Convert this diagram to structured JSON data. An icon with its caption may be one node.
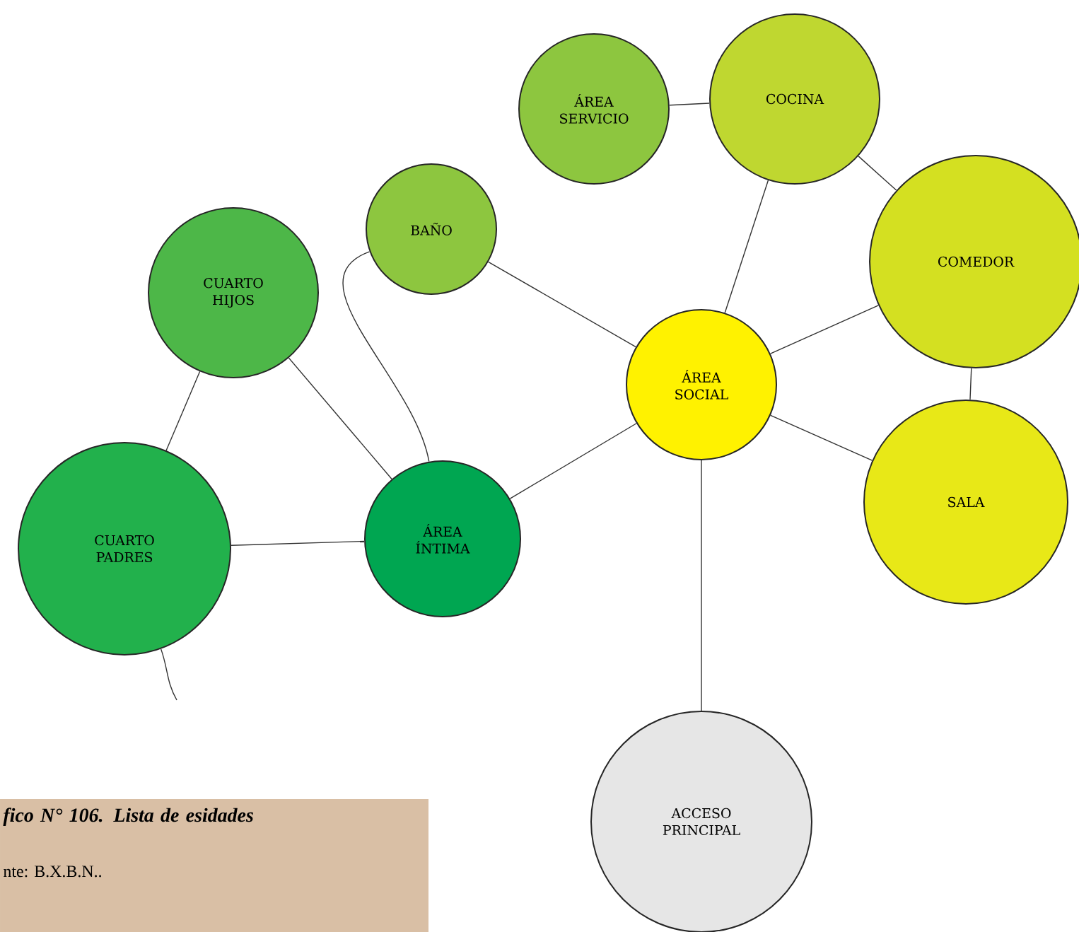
{
  "diagram": {
    "caption": "fico N° 106. Lista de esidades",
    "nodes": [
      {
        "text": [
          "ÁREA SERVICIO"
        ]
      },
      {
        "text": [
          "COCINA"
        ]
      },
      {
        "text": [
          "BAÑO"
        ]
      },
      {
        "text": [
          "CUARTO HIJOS"
        ]
      },
      {
        "text": [
          "COMEDOR"
        ]
      },
      {
        "text": [
          "ÁREA SOCIAL"
        ]
      },
      {
        "text": [
          "CUARTO PADRES"
        ]
      },
      {
        "text": [
          "ÁREA ÍNTIMA"
        ]
      },
      {
        "text": [
          "SALA"
        ]
      },
      {
        "text": [
          "ACCESO PRINCIPAL"
        ]
      }
    ],
    "edges": [
      {
        "from": 0,
        "to": 1,
        "arrow": "none"
      },
      {
        "from": 1,
        "to": 4,
        "arrow": "none"
      },
      {
        "from": 1,
        "to": 5,
        "arrow": "none"
      },
      {
        "from": 5,
        "to": 4,
        "arrow": "none"
      },
      {
        "from": 4,
        "to": 8,
        "arrow": "none"
      },
      {
        "from": 5,
        "to": 8,
        "arrow": "none"
      },
      {
        "from": 2,
        "to": 5,
        "arrow": "none"
      },
      {
        "from": 2,
        "to": 7,
        "arrow": "none"
      },
      {
        "from": 3,
        "to": 7,
        "arrow": "none"
      },
      {
        "from": 3,
        "to": 6,
        "arrow": "none"
      },
      {
        "from": 6,
        "to": 7,
        "arrow": "none"
      },
      {
        "from": 7,
        "to": 5,
        "arrow": "none"
      },
      {
        "from": 5,
        "to": 9,
        "arrow": "none"
      },
      {
        "from": 6,
        "to": null,
        "arrow": "none"
      }
    ],
    "labels": [
      "nte: B.X.B.N.."
    ]
  }
}
